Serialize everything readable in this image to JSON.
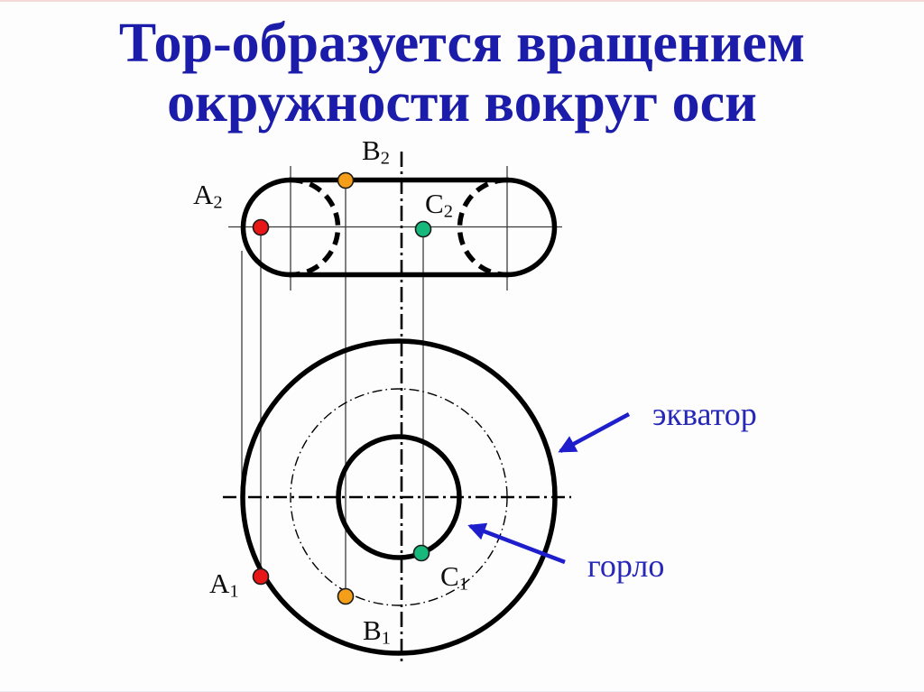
{
  "slide": {
    "title": {
      "line1": "Тор-образуется вращением",
      "line2": "окружности вокруг оси",
      "color": "#1c1caa"
    },
    "figure": {
      "type": "engineering-drawing",
      "subject": "torus formed by rotating a circle around an axis; front view (two tube circles with tangent lines) above, plan view (concentric circles) below",
      "views": [
        "front view",
        "plan view"
      ],
      "points": [
        {
          "id": "A",
          "color": "#e81717",
          "front_label": {
            "letter": "A",
            "sub": "2"
          },
          "plan_label": {
            "letter": "A",
            "sub": "1"
          },
          "location": "on equator (outer circle)"
        },
        {
          "id": "B",
          "color": "#f59e19",
          "front_label": {
            "letter": "B",
            "sub": "2"
          },
          "plan_label": {
            "letter": "B",
            "sub": "1"
          },
          "location": "on top tangent / tube centerline circle"
        },
        {
          "id": "C",
          "color": "#17b87c",
          "front_label": {
            "letter": "C",
            "sub": "2"
          },
          "plan_label": {
            "letter": "C",
            "sub": "1"
          },
          "location": "on throat (inner circle)"
        }
      ],
      "callouts": [
        {
          "label": "экватор",
          "target": "outer equator circle"
        },
        {
          "label": "горло",
          "target": "inner throat circle"
        }
      ],
      "colors": {
        "ink": "#000000",
        "thin_line": "#3c3c3c",
        "callout_blue": "#1e1ecc",
        "red_point": "#e81717",
        "orange_point": "#f59e19",
        "teal_point": "#17b87c",
        "background": "#fdfdfd"
      }
    }
  }
}
